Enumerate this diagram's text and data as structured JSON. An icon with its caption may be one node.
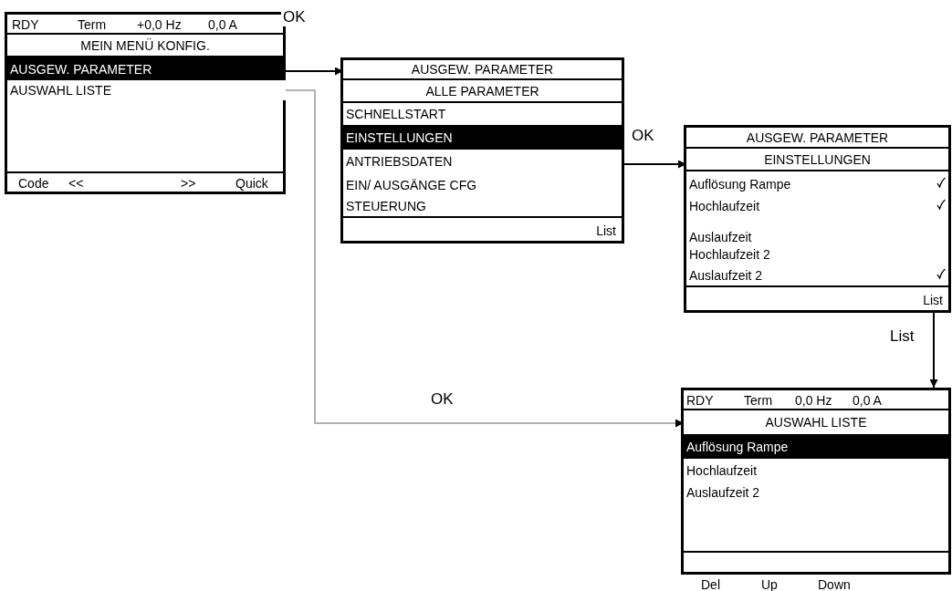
{
  "diagram": {
    "nodes": [
      {
        "text": [],
        "shape": "box"
      },
      {
        "text": [
          "RDY",
          "Term",
          "+0,0 Hz",
          "0,0 A"
        ],
        "in": 0
      },
      {
        "text": [
          "MEIN MENÜ KONFIG."
        ],
        "in": 0
      },
      {
        "text": [
          "AUSGEW. PARAMETER"
        ],
        "in": 0
      },
      {
        "text": [
          "AUSWAHL LISTE"
        ],
        "in": 0
      },
      {
        "text": [
          "Code",
          "<<",
          ">>",
          "Quick"
        ],
        "in": 0
      },
      {
        "text": [],
        "shape": "box"
      },
      {
        "text": [
          "AUSGEW. PARAMETER"
        ],
        "in": 6
      },
      {
        "text": [
          "ALLE PARAMETER"
        ],
        "in": 6
      },
      {
        "text": [
          "SCHNELLSTART"
        ],
        "in": 6
      },
      {
        "text": [
          "EINSTELLUNGEN"
        ],
        "in": 6
      },
      {
        "text": [
          "ANTRIEBSDATEN"
        ],
        "in": 6
      },
      {
        "text": [
          "EIN/ AUSGÄNGE CFG"
        ],
        "in": 6
      },
      {
        "text": [
          "STEUERUNG"
        ],
        "in": 6
      },
      {
        "text": [
          "List"
        ],
        "in": 6
      },
      {
        "text": [],
        "shape": "box"
      },
      {
        "text": [
          "AUSGEW. PARAMETER"
        ],
        "in": 15
      },
      {
        "text": [
          "EINSTELLUNGEN"
        ],
        "in": 15
      },
      {
        "text": [
          "Auflösung Rampe"
        ],
        "in": 15
      },
      {
        "text": [
          "Hochlaufzeit"
        ],
        "in": 15
      },
      {
        "text": [
          "Auslaufzeit"
        ],
        "in": 15
      },
      {
        "text": [
          "Hochlaufzeit 2"
        ],
        "in": 15
      },
      {
        "text": [
          "Auslaufzeit 2"
        ],
        "in": 15
      },
      {
        "text": [
          "List"
        ],
        "in": 15
      },
      {
        "text": [],
        "shape": "box"
      },
      {
        "text": [
          "RDY",
          "Term",
          "0,0 Hz",
          "0,0 A"
        ],
        "in": 24
      },
      {
        "text": [
          "AUSWAHL LISTE"
        ],
        "in": 24
      },
      {
        "text": [
          "Auflösung Rampe"
        ],
        "in": 24
      },
      {
        "text": [
          "Hochlaufzeit"
        ],
        "in": 24
      },
      {
        "text": [
          "Auslaufzeit 2"
        ],
        "in": 24
      }
    ],
    "edges": [
      {
        "from": 3,
        "to": 7,
        "arrow": "to",
        "label": "OK"
      },
      {
        "from": 4,
        "to": 26,
        "arrow": "to",
        "label": "OK",
        "color": "#999999"
      },
      {
        "from": 6,
        "to": 17,
        "arrow": "to",
        "label": "OK"
      },
      {
        "from": 15,
        "to": 24,
        "arrow": "to",
        "label": "List"
      }
    ],
    "labels": [
      "Del",
      "Up",
      "Down"
    ]
  }
}
